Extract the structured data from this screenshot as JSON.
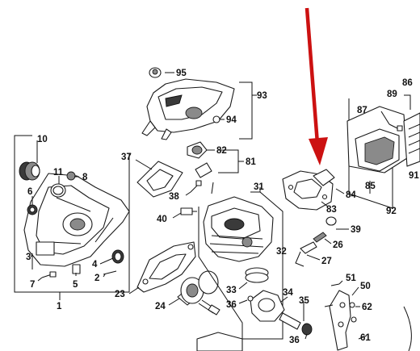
{
  "callouts": [
    {
      "id": "c1",
      "text": "1"
    },
    {
      "id": "c2",
      "text": "2"
    },
    {
      "id": "c3",
      "text": "3"
    },
    {
      "id": "c4",
      "text": "4"
    },
    {
      "id": "c5",
      "text": "5"
    },
    {
      "id": "c6",
      "text": "6"
    },
    {
      "id": "c7",
      "text": "7"
    },
    {
      "id": "c8",
      "text": "8"
    },
    {
      "id": "c10",
      "text": "10"
    },
    {
      "id": "c11",
      "text": "11"
    },
    {
      "id": "c23",
      "text": "23"
    },
    {
      "id": "c24",
      "text": "24"
    },
    {
      "id": "c26",
      "text": "26"
    },
    {
      "id": "c27",
      "text": "27"
    },
    {
      "id": "c31",
      "text": "31"
    },
    {
      "id": "c32",
      "text": "32"
    },
    {
      "id": "c33",
      "text": "33"
    },
    {
      "id": "c34",
      "text": "34"
    },
    {
      "id": "c35",
      "text": "35"
    },
    {
      "id": "c36a",
      "text": "36"
    },
    {
      "id": "c36b",
      "text": "36"
    },
    {
      "id": "c37",
      "text": "37"
    },
    {
      "id": "c38",
      "text": "38"
    },
    {
      "id": "c39",
      "text": "39"
    },
    {
      "id": "c40",
      "text": "40"
    },
    {
      "id": "c50",
      "text": "50"
    },
    {
      "id": "c51",
      "text": "51"
    },
    {
      "id": "c61",
      "text": "61"
    },
    {
      "id": "c62",
      "text": "62"
    },
    {
      "id": "c81",
      "text": "81"
    },
    {
      "id": "c82",
      "text": "82"
    },
    {
      "id": "c83",
      "text": "83"
    },
    {
      "id": "c84",
      "text": "84"
    },
    {
      "id": "c85",
      "text": "85"
    },
    {
      "id": "c86",
      "text": "86"
    },
    {
      "id": "c87",
      "text": "87"
    },
    {
      "id": "c89",
      "text": "89"
    },
    {
      "id": "c91",
      "text": "91"
    },
    {
      "id": "c92",
      "text": "92"
    },
    {
      "id": "c93",
      "text": "93"
    },
    {
      "id": "c94",
      "text": "94"
    },
    {
      "id": "c95",
      "text": "95"
    }
  ],
  "colors": {
    "arrow": "#cc1111",
    "line": "#111111"
  }
}
